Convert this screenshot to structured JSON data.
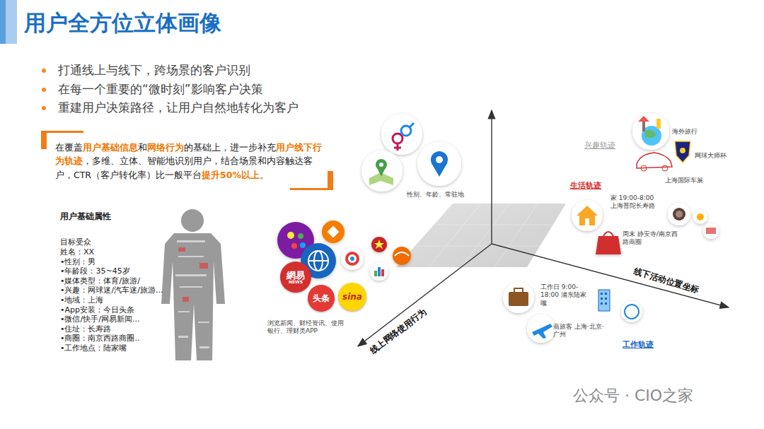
{
  "diagram": {
    "title": "用户全方位立体画像",
    "nodes": [
      {
        "text": [
          "在覆盖",
          "用户基础信息",
          "和",
          "网络行为",
          "的基础上，进一步补充",
          "用户线下行为轨迹",
          "，多维、立体、智能地识别用户，结合场景和内容触达客户，CTR（客户转化率）比一般平台",
          "提升50%以上",
          "。"
        ]
      },
      {
        "text": [
          "網易",
          "NEWS"
        ]
      },
      {
        "text": [
          "头条"
        ]
      },
      {
        "text": [
          "sina"
        ]
      }
    ],
    "labels": [
      "打通线上与线下，跨场景的客户识别",
      "在每一个重要的“微时刻”影响客户决策",
      "重建用户决策路径，让用户自然地转化为客户",
      "用户基础属性",
      "目标受众",
      "姓名：XX",
      "•性别：男",
      "•年龄段：35~45岁",
      "•媒体类型：体育/旅游/",
      "•兴趣：网球迷/汽车迷/旅游...",
      "•地域：上海",
      "•App安装：今日头条",
      "•微信/快手/网易新闻...",
      "•住址：长寿路",
      "•商圈：南京西路商圈..",
      "•工作地点：陆家嘴",
      "性别、年龄、常驻地",
      "浏览新闻、财经资讯、使用银行、理财类APP",
      "兴趣轨迹",
      "海外旅行",
      "网球大师杯",
      "上海国际车展",
      "生活轨迹",
      "家 19:00-8:00 上海普陀长寿路",
      "周末 静安寺/南京西路商圈",
      "工作日 9:00-18:00 浦东陆家嘴",
      "商旅客 上海·北京·广州",
      "工作轨迹",
      "线下活动位置坐标",
      "线上网络使用行为",
      "公众号 · CIO之家"
    ]
  }
}
